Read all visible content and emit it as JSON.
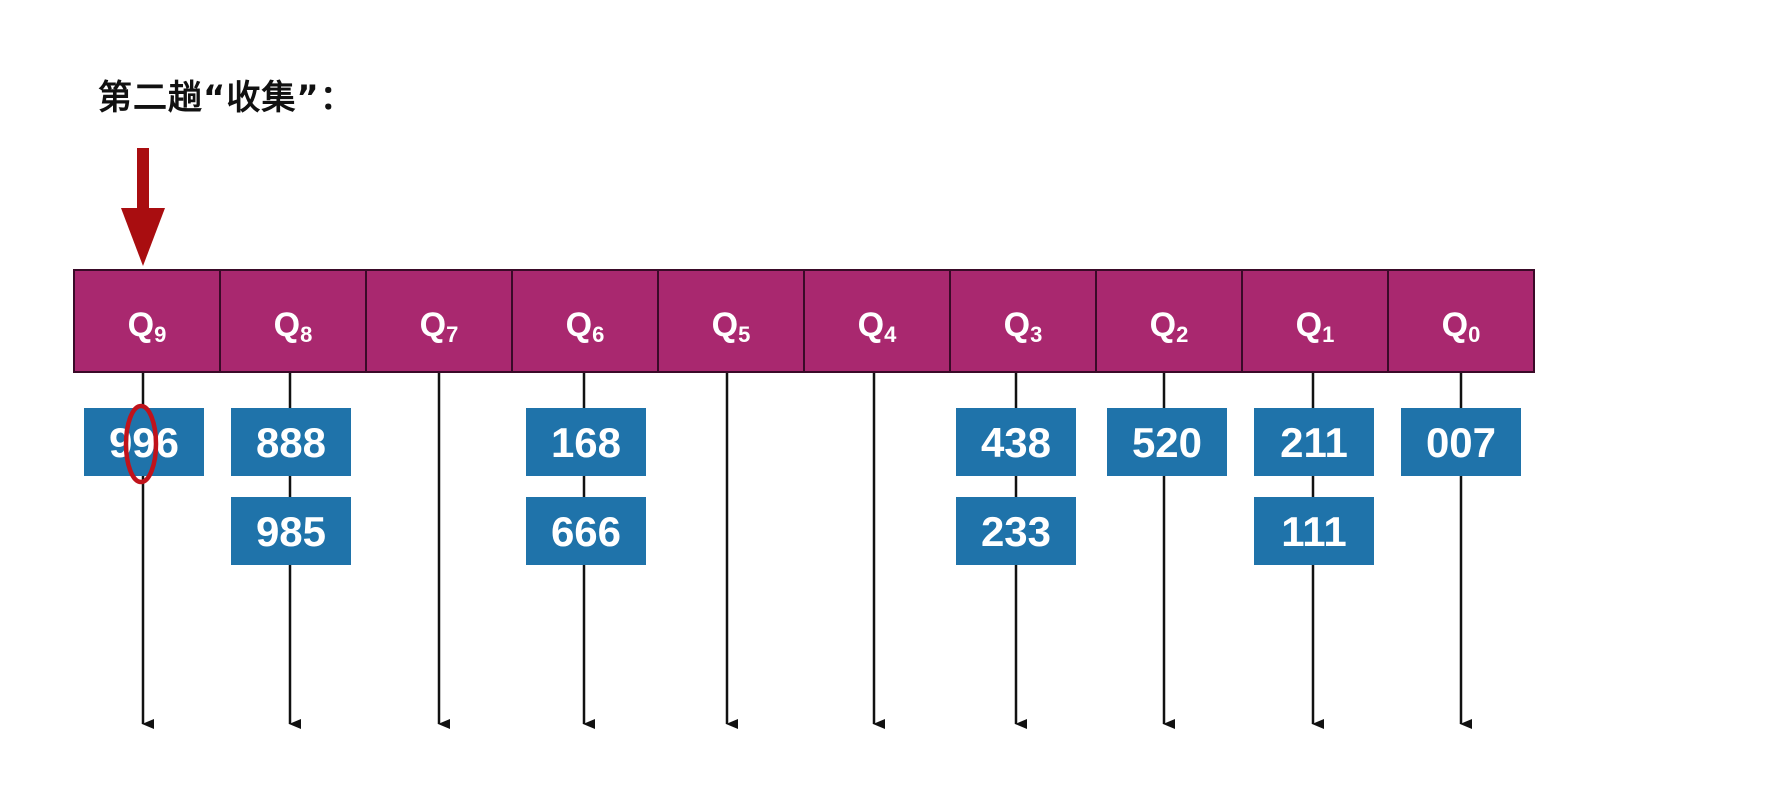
{
  "title": "第二趟“收集”：",
  "colors": {
    "queue_fill": "#a9286f",
    "queue_border": "#3a0a28",
    "box_fill": "#1f73aa",
    "line": "#111111",
    "pointer": "#a90d10",
    "highlight": "#c0131b"
  },
  "queues": [
    {
      "label": "Q",
      "sub": "9",
      "items": [
        "996"
      ]
    },
    {
      "label": "Q",
      "sub": "8",
      "items": [
        "888",
        "985"
      ]
    },
    {
      "label": "Q",
      "sub": "7",
      "items": []
    },
    {
      "label": "Q",
      "sub": "6",
      "items": [
        "168",
        "666"
      ]
    },
    {
      "label": "Q",
      "sub": "5",
      "items": []
    },
    {
      "label": "Q",
      "sub": "4",
      "items": []
    },
    {
      "label": "Q",
      "sub": "3",
      "items": [
        "438",
        "233"
      ]
    },
    {
      "label": "Q",
      "sub": "2",
      "items": [
        "520"
      ]
    },
    {
      "label": "Q",
      "sub": "1",
      "items": [
        "211",
        "111"
      ]
    },
    {
      "label": "Q",
      "sub": "0",
      "items": [
        "007"
      ]
    }
  ],
  "pointer_queue": 0,
  "highlight": {
    "queue": 0,
    "item": 0,
    "digit": 1
  }
}
